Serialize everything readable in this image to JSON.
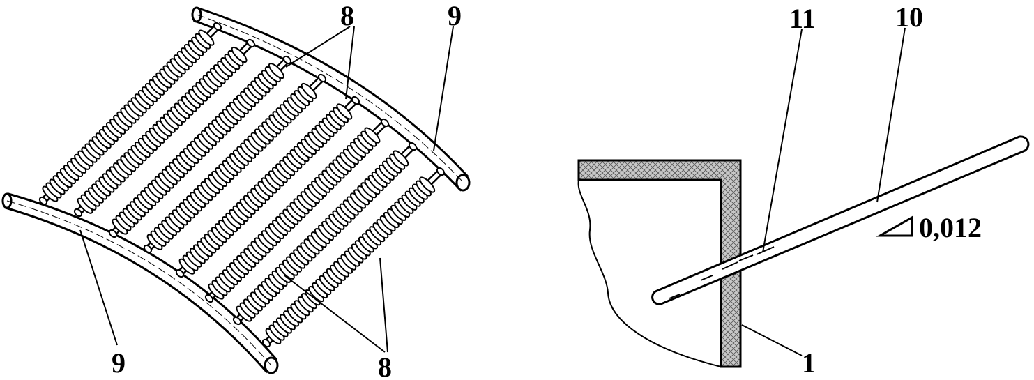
{
  "labels": {
    "left_top_8": "8",
    "left_top_9": "9",
    "left_bottom_9": "9",
    "left_bottom_8": "8",
    "right_11": "11",
    "right_10": "10",
    "right_1": "1",
    "slope": "0,012"
  },
  "icons": {
    "slope_symbol": "right-triangle-icon"
  },
  "colors": {
    "line": "#000000",
    "wall_fill": "#c8c8c8",
    "background": "#ffffff"
  }
}
